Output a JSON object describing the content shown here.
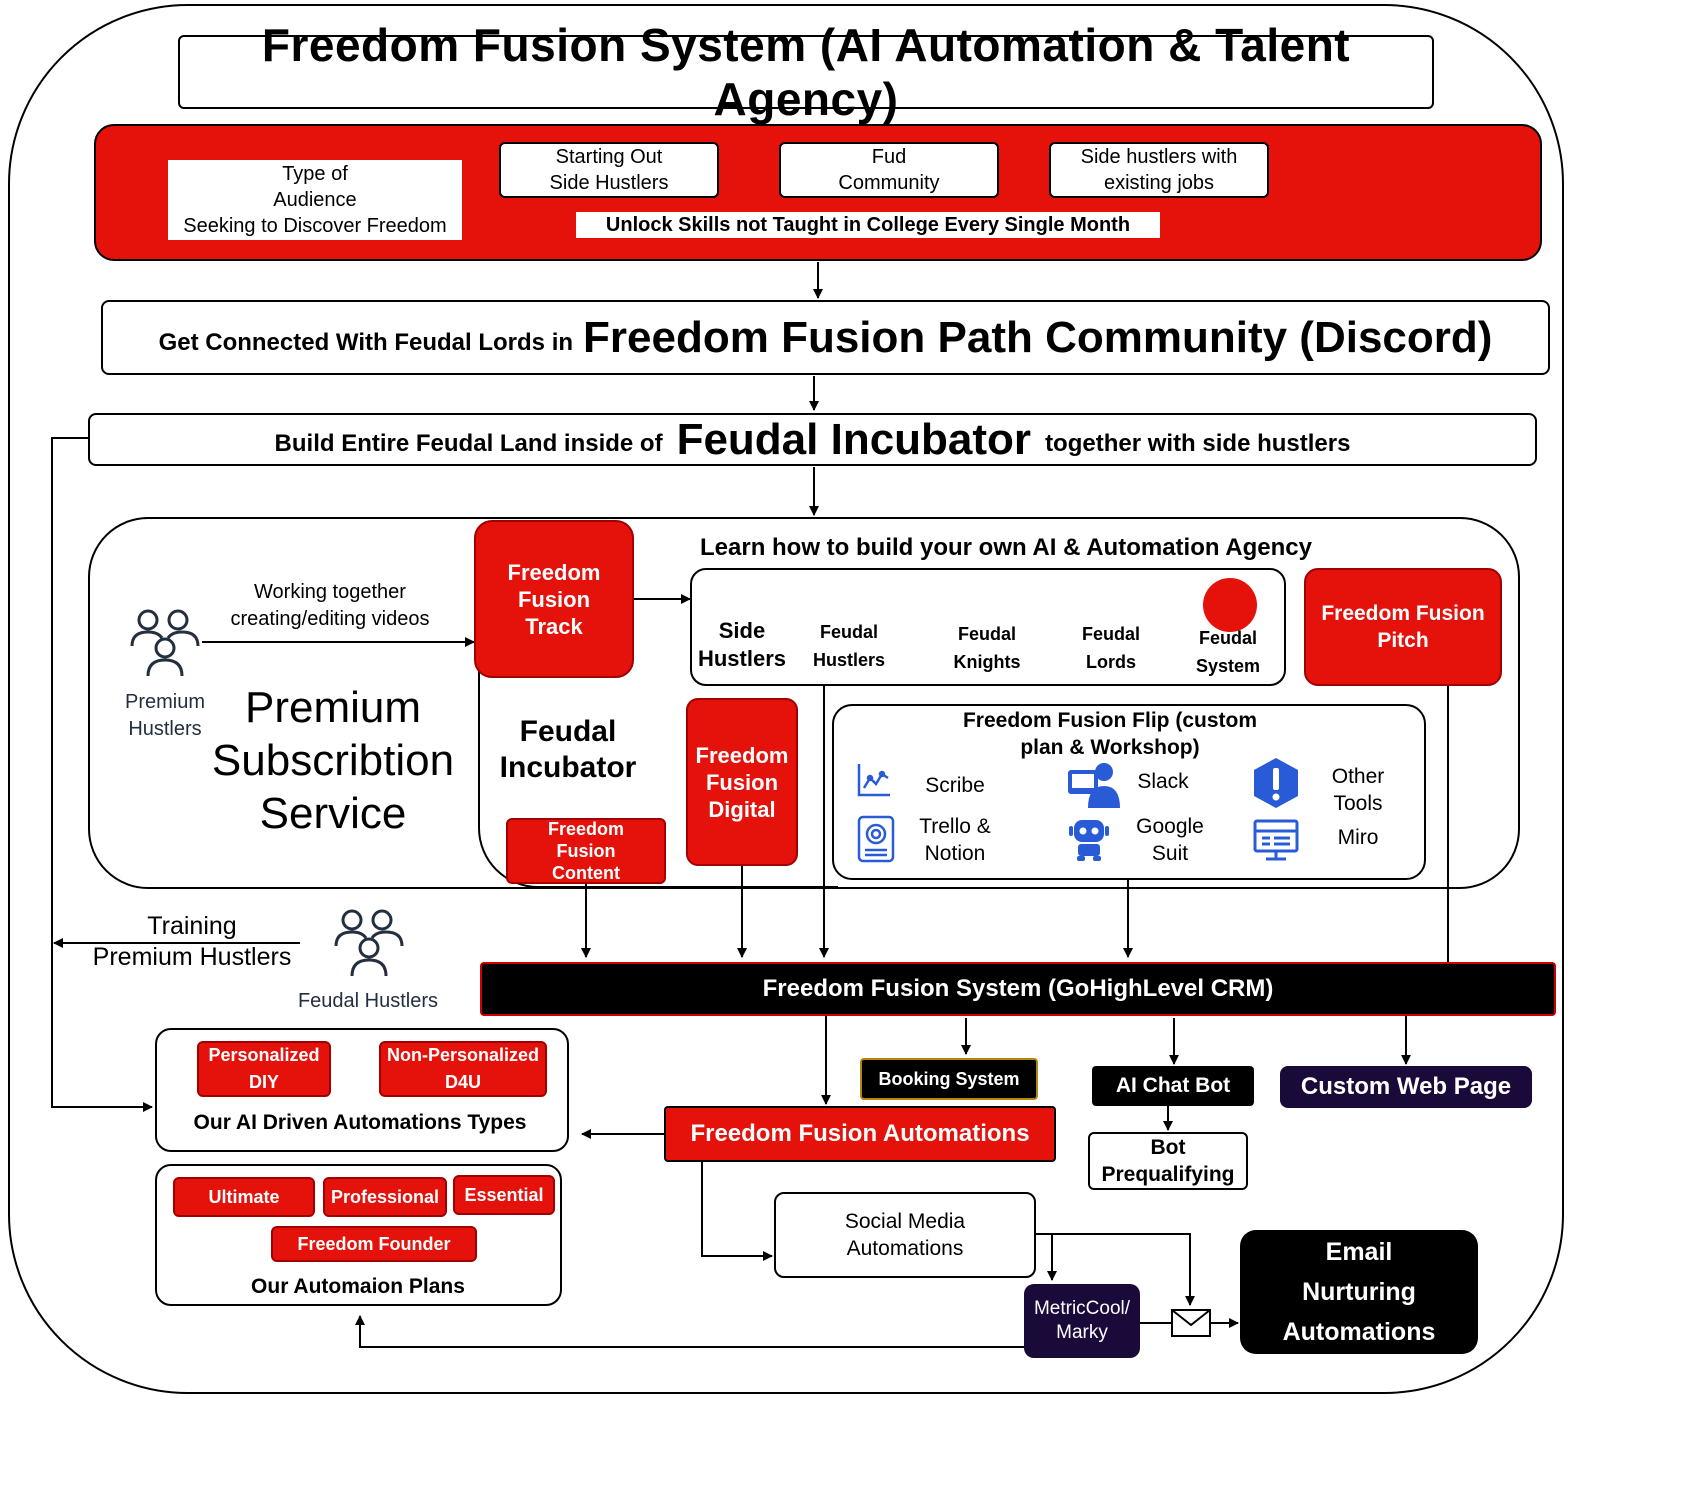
{
  "title": "Freedom Fusion System (AI Automation & Talent Agency)",
  "audience": {
    "label": "Type of\nAudience\nSeeking to Discover Freedom",
    "segments": [
      "Starting Out\nSide Hustlers",
      "Fud\nCommunity",
      "Side hustlers with\nexisting jobs"
    ],
    "tagline": "Unlock Skills not Taught in College Every Single Month"
  },
  "community": {
    "prefix": "Get Connected With Feudal Lords in",
    "name": "Freedom Fusion Path Community (Discord)"
  },
  "incubator_bar": {
    "prefix": "Build Entire Feudal Land inside of",
    "name": "Feudal Incubator",
    "suffix": "together with side hustlers"
  },
  "premium": {
    "caption": "Premium\nHustlers",
    "flow_label": "Working together\ncreating/editing videos",
    "service": "Premium\nSubscribtion\nService"
  },
  "track": "Freedom\nFusion\nTrack",
  "incubator_label": "Feudal\nIncubator",
  "content": "Freedom\nFusion\nContent",
  "digital": "Freedom\nFusion\nDigital",
  "learn_title": "Learn how to build your own AI & Automation Agency",
  "levels": [
    "Side\nHustlers",
    "Feudal\nHustlers",
    "Feudal\nKnights",
    "Feudal\nLords",
    "Feudal\nSystem"
  ],
  "pitch": "Freedom Fusion\nPitch",
  "flip": {
    "title": "Freedom Fusion Flip  (custom\nplan & Workshop)",
    "tools": [
      {
        "label": "Scribe",
        "icon": "chart-icon"
      },
      {
        "label": "Trello &\nNotion",
        "icon": "robot-head-icon"
      },
      {
        "label": "Slack",
        "icon": "user-desk-icon"
      },
      {
        "label": "Google\nSuit",
        "icon": "robot-icon"
      },
      {
        "label": "Other\nTools",
        "icon": "alert-icon"
      },
      {
        "label": "Miro",
        "icon": "dashboard-icon"
      }
    ]
  },
  "training": {
    "label": "Training\nPremium Hustlers",
    "caption": "Feudal Hustlers"
  },
  "crm": "Freedom Fusion System (GoHighLevel CRM)",
  "automation_types": {
    "items": [
      "Personalized\nDIY",
      "Non-Personalized\nD4U"
    ],
    "label": "Our AI Driven Automations Types"
  },
  "plans": {
    "items": [
      "Ultimate",
      "Professional",
      "Essential",
      "Freedom Founder"
    ],
    "label": "Our Automaion Plans"
  },
  "booking": "Booking System",
  "ai_chat": "AI Chat Bot",
  "bot_prequal": "Bot\nPrequalifying",
  "custom_web": "Custom Web Page",
  "automations": "Freedom Fusion Automations",
  "social": "Social Media\nAutomations",
  "metricool": "MetricCool/\nMarky",
  "email": "Email\nNurturing\nAutomations",
  "colors": {
    "red": "#e5110b",
    "black": "#000000",
    "purple": "#1a0a3a"
  }
}
